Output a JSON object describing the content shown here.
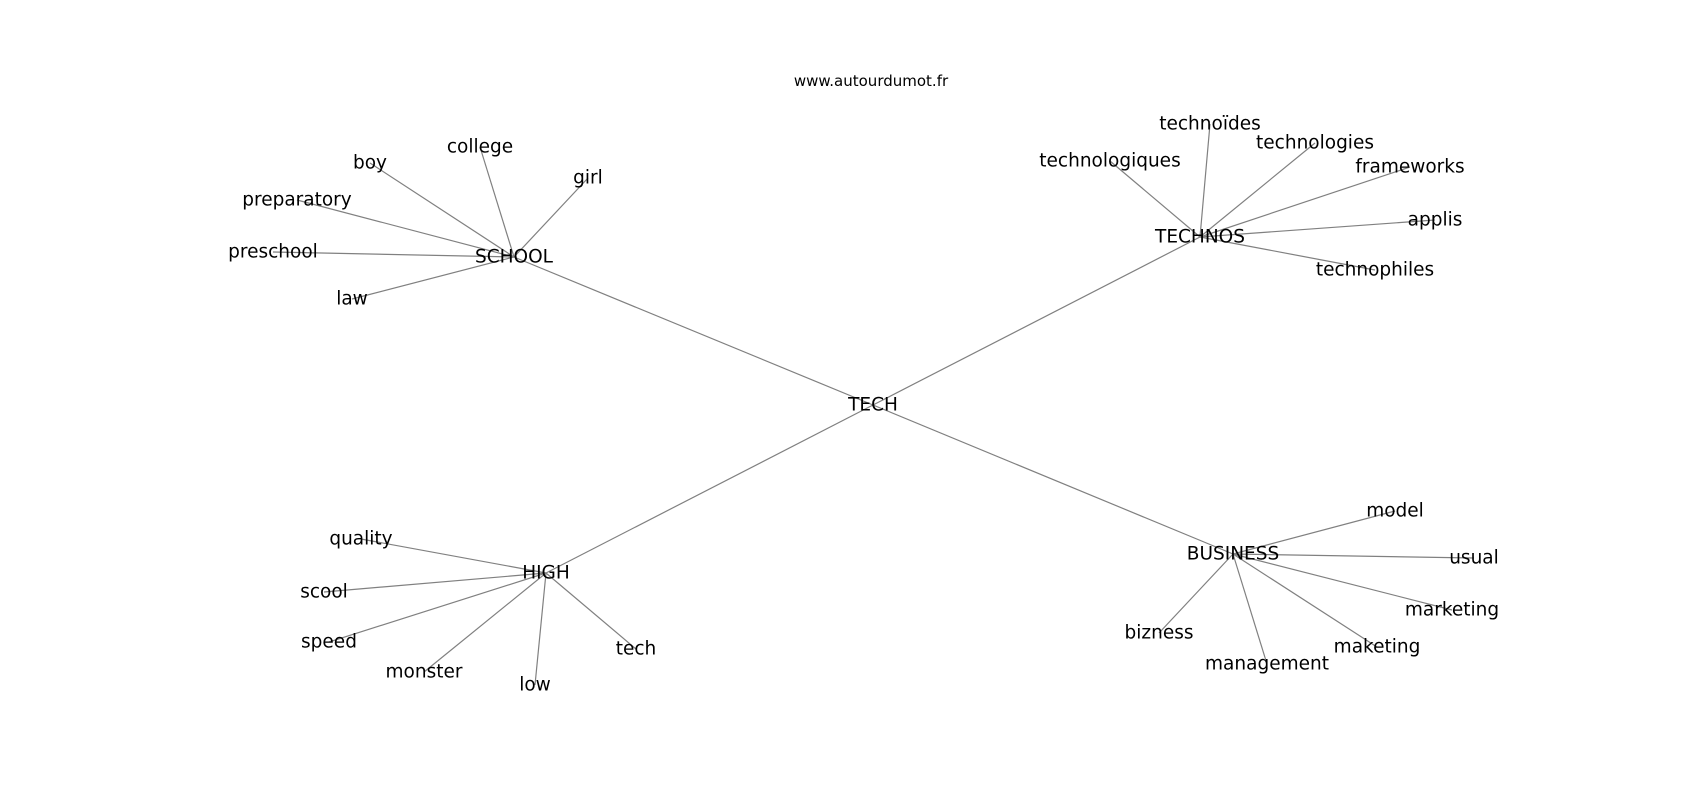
{
  "source": "www.autourdumot.fr",
  "colors": {
    "edge": "#808080",
    "text": "#000000",
    "background": "#ffffff"
  },
  "root": "TECH",
  "branches": [
    {
      "id": "school",
      "label": "SCHOOL",
      "children": [
        "boy",
        "college",
        "girl",
        "preparatory",
        "preschool",
        "law"
      ]
    },
    {
      "id": "technos",
      "label": "TECHNOS",
      "children": [
        "technologiques",
        "technoïdes",
        "technologies",
        "frameworks",
        "applis",
        "technophiles"
      ]
    },
    {
      "id": "high",
      "label": "HIGH",
      "children": [
        "quality",
        "scool",
        "speed",
        "monster",
        "low",
        "tech"
      ]
    },
    {
      "id": "business",
      "label": "BUSINESS",
      "children": [
        "model",
        "usual",
        "marketing",
        "maketing",
        "management",
        "bizness"
      ]
    }
  ]
}
